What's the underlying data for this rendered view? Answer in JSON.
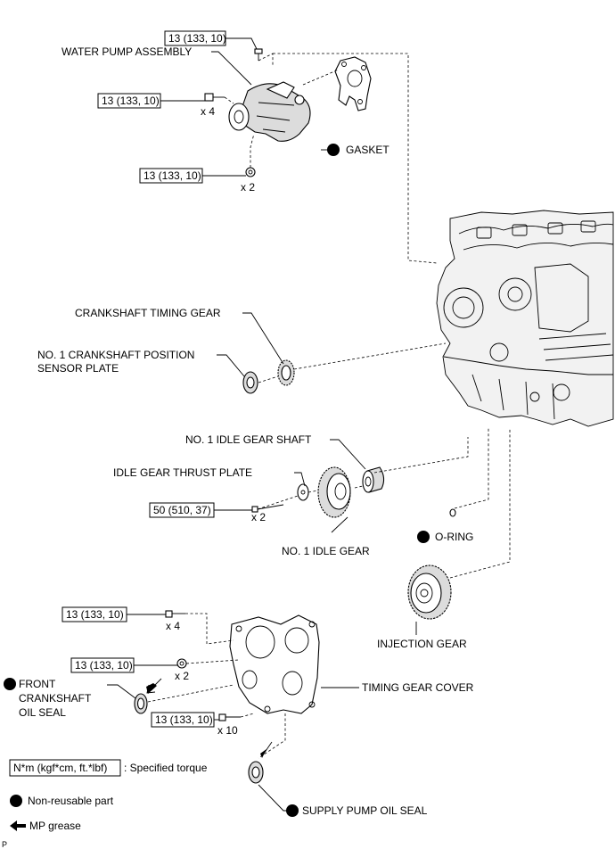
{
  "parts": {
    "water_pump_assembly": "WATER PUMP ASSEMBLY",
    "gasket": "GASKET",
    "crankshaft_timing_gear": "CRANKSHAFT TIMING GEAR",
    "crankshaft_position_sensor_plate_line1": "NO. 1 CRANKSHAFT POSITION",
    "crankshaft_position_sensor_plate_line2": "SENSOR PLATE",
    "idle_gear_shaft": "NO. 1 IDLE GEAR SHAFT",
    "idle_gear_thrust_plate": "IDLE GEAR THRUST PLATE",
    "idle_gear": "NO. 1 IDLE GEAR",
    "o_ring": "O-RING",
    "injection_gear": "INJECTION GEAR",
    "timing_gear_cover": "TIMING GEAR COVER",
    "front_oil_seal_line1": "FRONT",
    "front_oil_seal_line2": "CRANKSHAFT",
    "front_oil_seal_line3": "OIL SEAL",
    "supply_pump_oil_seal": "SUPPLY PUMP OIL SEAL"
  },
  "torques": {
    "wp_top": "13 (133, 10)",
    "wp_left": "13 (133, 10)",
    "wp_bottom": "13 (133, 10)",
    "idle_gear_bolt": "50 (510, 37)",
    "cover_bolts_top": "13 (133, 10)",
    "cover_nuts": "13 (133, 10)",
    "cover_bolts_bottom": "13 (133, 10)"
  },
  "quantities": {
    "wp_left": "x 4",
    "wp_bottom": "x 2",
    "idle_gear_bolt": "x 2",
    "cover_bolts_top": "x 4",
    "cover_nuts": "x 2",
    "cover_bolts_bottom": "x 10"
  },
  "legend": {
    "torque_unit": "N*m (kgf*cm, ft.*lbf)",
    "torque_text": ": Specified torque",
    "non_reusable": "Non-reusable part",
    "mp_grease": "MP grease"
  },
  "footer_letter": "P"
}
